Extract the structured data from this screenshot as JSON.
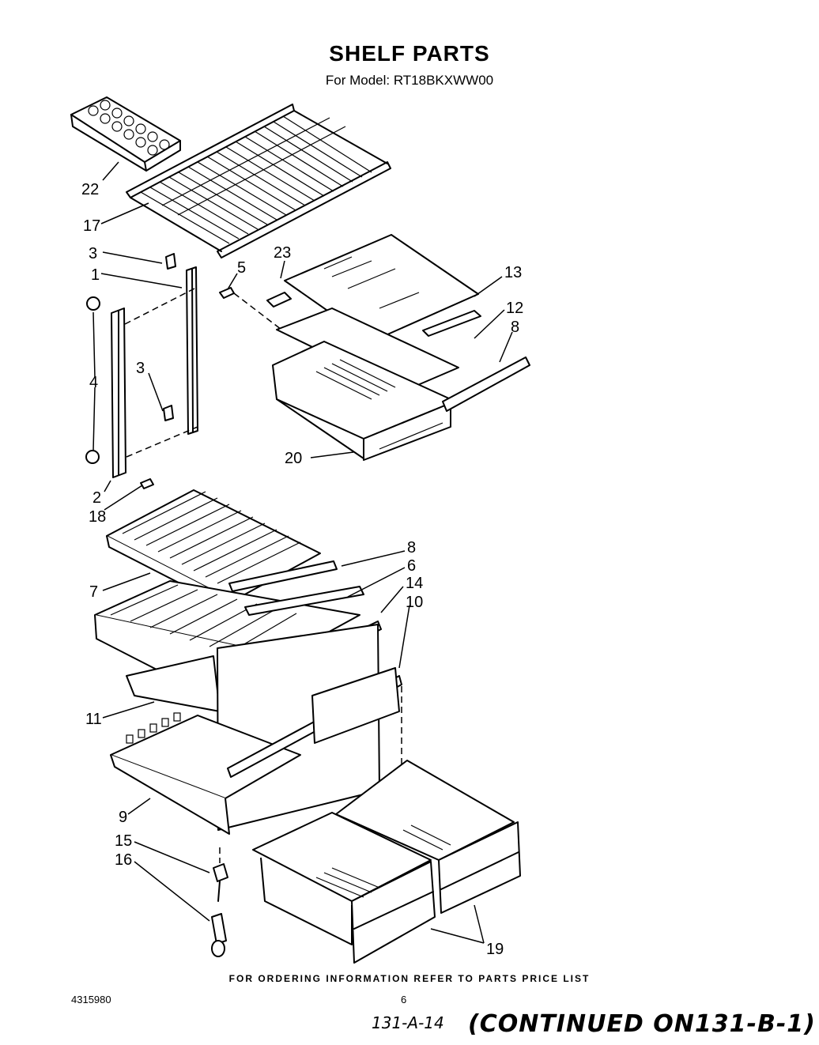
{
  "header": {
    "title": "SHELF PARTS",
    "subtitle": "For Model: RT18BKXWW00"
  },
  "parts_callouts": [
    {
      "id": "c22",
      "number": "22"
    },
    {
      "id": "c17",
      "number": "17"
    },
    {
      "id": "c3a",
      "number": "3"
    },
    {
      "id": "c1",
      "number": "1"
    },
    {
      "id": "c5",
      "number": "5"
    },
    {
      "id": "c23",
      "number": "23"
    },
    {
      "id": "c13",
      "number": "13"
    },
    {
      "id": "c12",
      "number": "12"
    },
    {
      "id": "c8a",
      "number": "8"
    },
    {
      "id": "c4",
      "number": "4"
    },
    {
      "id": "c3b",
      "number": "3"
    },
    {
      "id": "c20",
      "number": "20"
    },
    {
      "id": "c2",
      "number": "2"
    },
    {
      "id": "c18",
      "number": "18"
    },
    {
      "id": "c8b",
      "number": "8"
    },
    {
      "id": "c6",
      "number": "6"
    },
    {
      "id": "c7",
      "number": "7"
    },
    {
      "id": "c14",
      "number": "14"
    },
    {
      "id": "c10",
      "number": "10"
    },
    {
      "id": "c11",
      "number": "11"
    },
    {
      "id": "c9",
      "number": "9"
    },
    {
      "id": "c15",
      "number": "15"
    },
    {
      "id": "c16",
      "number": "16"
    },
    {
      "id": "c19",
      "number": "19"
    }
  ],
  "footer": {
    "ordering_note": "FOR ORDERING INFORMATION REFER TO PARTS PRICE LIST",
    "doc_number": "4315980",
    "page_number": "6",
    "handwritten_ref": "131-A-14",
    "continued": "(CONTINUED ON131-B-1)"
  }
}
